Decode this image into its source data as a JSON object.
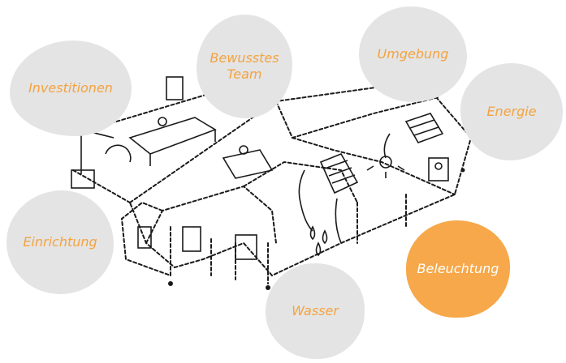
{
  "categories": {
    "investitionen": "Investitionen",
    "team": "Bewusstes\nTeam",
    "umgebung": "Umgebung",
    "energie": "Energie",
    "einrichtung": "Einrichtung",
    "wasser": "Wasser",
    "beleuchtung": "Beleuchtung"
  },
  "active_category": "beleuchtung",
  "colors": {
    "accent": "#f3a340",
    "active_fill": "#f6a84a",
    "blob_fill": "#e4e4e4",
    "ink": "#1a1a1a"
  }
}
